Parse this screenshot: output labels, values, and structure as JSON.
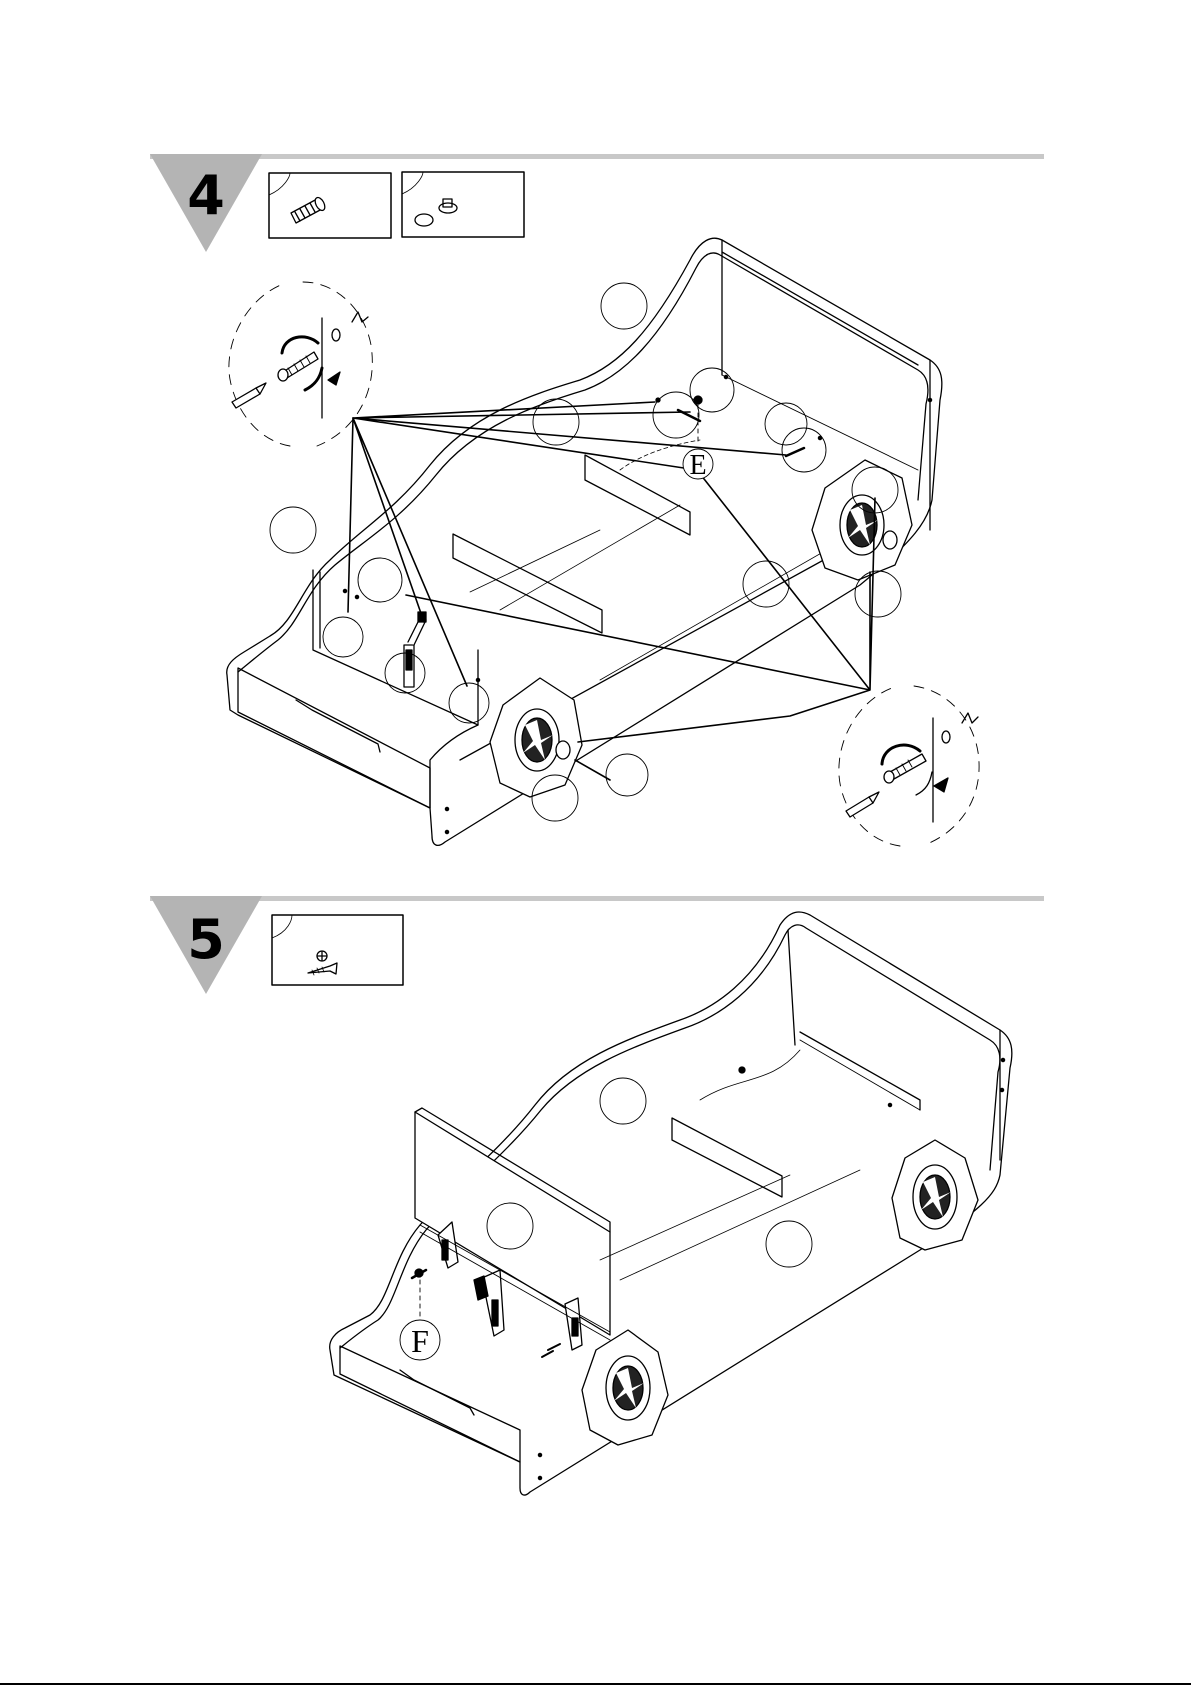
{
  "steps": [
    {
      "number": "4",
      "callout_label": "E"
    },
    {
      "number": "5",
      "callout_label": "F"
    }
  ],
  "colors": {
    "header_triangle": "#b4b4b4",
    "header_bar": "#c8c8c8",
    "line": "#000000"
  }
}
